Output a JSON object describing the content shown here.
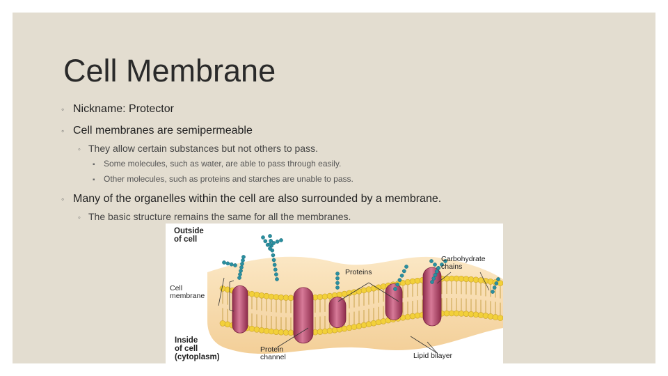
{
  "slide": {
    "title": "Cell Membrane",
    "bullets": [
      {
        "text": "Nickname: Protector"
      },
      {
        "text": "Cell membranes are semipermeable"
      },
      {
        "text": "They allow certain substances but not others to pass."
      },
      {
        "text": "Some molecules, such as water, are able to pass through easily."
      },
      {
        "text": "Other molecules, such as proteins and starches are unable to pass."
      },
      {
        "text": "Many of the organelles within the cell are also surrounded by a membrane."
      },
      {
        "text": "The basic structure remains the same for all the membranes."
      }
    ]
  },
  "figure": {
    "labels": {
      "outside_line1": "Outside",
      "outside_line2": "of cell",
      "cell_membrane_line1": "Cell",
      "cell_membrane_line2": "membrane",
      "inside_line1": "Inside",
      "inside_line2": "of cell",
      "inside_line3": "(cytoplasm)",
      "proteins": "Proteins",
      "carbohydrate_line1": "Carbohydrate",
      "carbohydrate_line2": "chains",
      "protein_channel_line1": "Protein",
      "protein_channel_line2": "channel",
      "lipid_bilayer": "Lipid bilayer"
    },
    "colors": {
      "background": "#e3ddd0",
      "lipid_head": "#f2d03a",
      "protein": "#b5486a",
      "carbohydrate": "#2a8fa0"
    }
  }
}
